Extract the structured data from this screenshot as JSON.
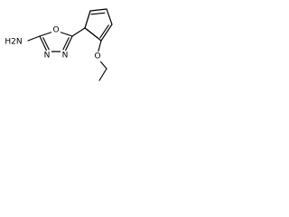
{
  "molecule": {
    "atoms": {
      "amine": "H2N",
      "ring_oxygen": "O",
      "ring_nitrogen_1": "N",
      "ring_nitrogen_2": "N",
      "ether_oxygen": "O"
    }
  },
  "colors": {
    "line": "#000000",
    "background": "#ffffff"
  }
}
